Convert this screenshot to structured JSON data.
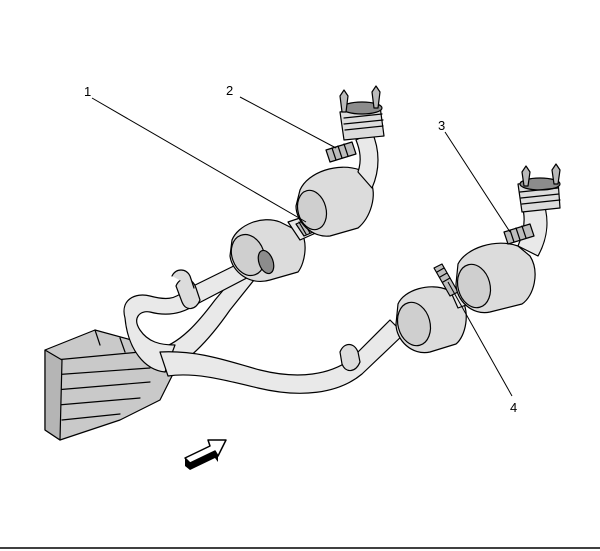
{
  "callouts": [
    {
      "id": "1",
      "label": "1"
    },
    {
      "id": "2",
      "label": "2"
    },
    {
      "id": "3",
      "label": "3"
    },
    {
      "id": "4",
      "label": "4"
    }
  ],
  "icons": {
    "direction_arrow": "forward-direction-arrow-icon"
  },
  "colors": {
    "line": "#000000",
    "fill_light": "#e9e9e9",
    "fill_mid": "#d0d0d0",
    "background": "#ffffff"
  }
}
